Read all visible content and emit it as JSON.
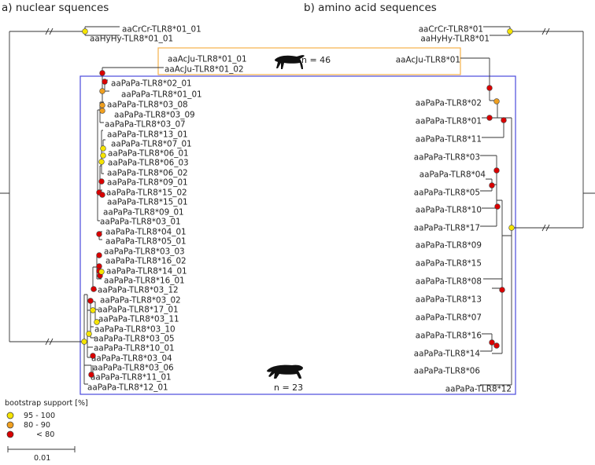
{
  "titles": {
    "left": "a) nuclear squences",
    "right": "b) amino acid sequences"
  },
  "colors": {
    "support_high": "#f5e400",
    "support_mid": "#f0a020",
    "support_low": "#d90000",
    "acinonyx_box": "#f5b04a",
    "panthera_box": "#4a4adc"
  },
  "icons": {
    "cheetah": "cheetah-silhouette",
    "jaguar": "jaguar-silhouette"
  },
  "counts": {
    "acinonyx": "n = 46",
    "panthera": "n = 23"
  },
  "legend": {
    "title": "bootstrap support [%]",
    "items": [
      "95  -  100",
      "80  -  90",
      "< 80"
    ]
  },
  "scale_bar": "0.01",
  "nuclear_tips": [
    "aaCrCr-TLR8*01_01",
    "aaHyHy-TLR8*01_01",
    "aaAcJu-TLR8*01_01",
    "aaAcJu-TLR8*01_02",
    "aaPaPa-TLR8*02_01",
    "aaPaPa-TLR8*01_01",
    "aaPaPa-TLR8*03_08",
    "aaPaPa-TLR8*03_09",
    "aaPaPa-TLR8*03_07",
    "aaPaPa-TLR8*13_01",
    "aaPaPa-TLR8*07_01",
    "aaPaPa-TLR8*06_01",
    "aaPaPa-TLR8*06_03",
    "aaPaPa-TLR8*06_02",
    "aaPaPa-TLR8*09_01",
    "aaPaPa-TLR8*15_02",
    "aaPaPa-TLR8*15_01",
    "aaPaPa-TLR8*09_01",
    "aaPaPa-TLR8*03_01",
    "aaPaPa-TLR8*04_01",
    "aaPaPa-TLR8*05_01",
    "aaPaPa-TLR8*03_03",
    "aaPaPa-TLR8*16_02",
    "aaPaPa-TLR8*14_01",
    "aaPaPa-TLR8*16_01",
    "aaPaPa-TLR8*03_12",
    "aaPaPa-TLR8*03_02",
    "aaPaPa-TLR8*17_01",
    "aaPaPa-TLR8*03_11",
    "aaPaPa-TLR8*03_10",
    "aaPaPa-TLR8*03_05",
    "aaPaPa-TLR8*10_01",
    "aaPaPa-TLR8*03_04",
    "aaPaPa-TLR8*03_06",
    "aaPaPa-TLR8*11_01",
    "aaPaPa-TLR8*12_01"
  ],
  "amino_tips": [
    "aaCrCr-TLR8*01",
    "aaHyHy-TLR8*01",
    "aaAcJu-TLR8*01",
    "aaPaPa-TLR8*02",
    "aaPaPa-TLR8*01",
    "aaPaPa-TLR8*11",
    "aaPaPa-TLR8*03",
    "aaPaPa-TLR8*04",
    "aaPaPa-TLR8*05",
    "aaPaPa-TLR8*10",
    "aaPaPa-TLR8*17",
    "aaPaPa-TLR8*09",
    "aaPaPa-TLR8*15",
    "aaPaPa-TLR8*08",
    "aaPaPa-TLR8*13",
    "aaPaPa-TLR8*07",
    "aaPaPa-TLR8*16",
    "aaPaPa-TLR8*14",
    "aaPaPa-TLR8*06",
    "aaPaPa-TLR8*12"
  ]
}
